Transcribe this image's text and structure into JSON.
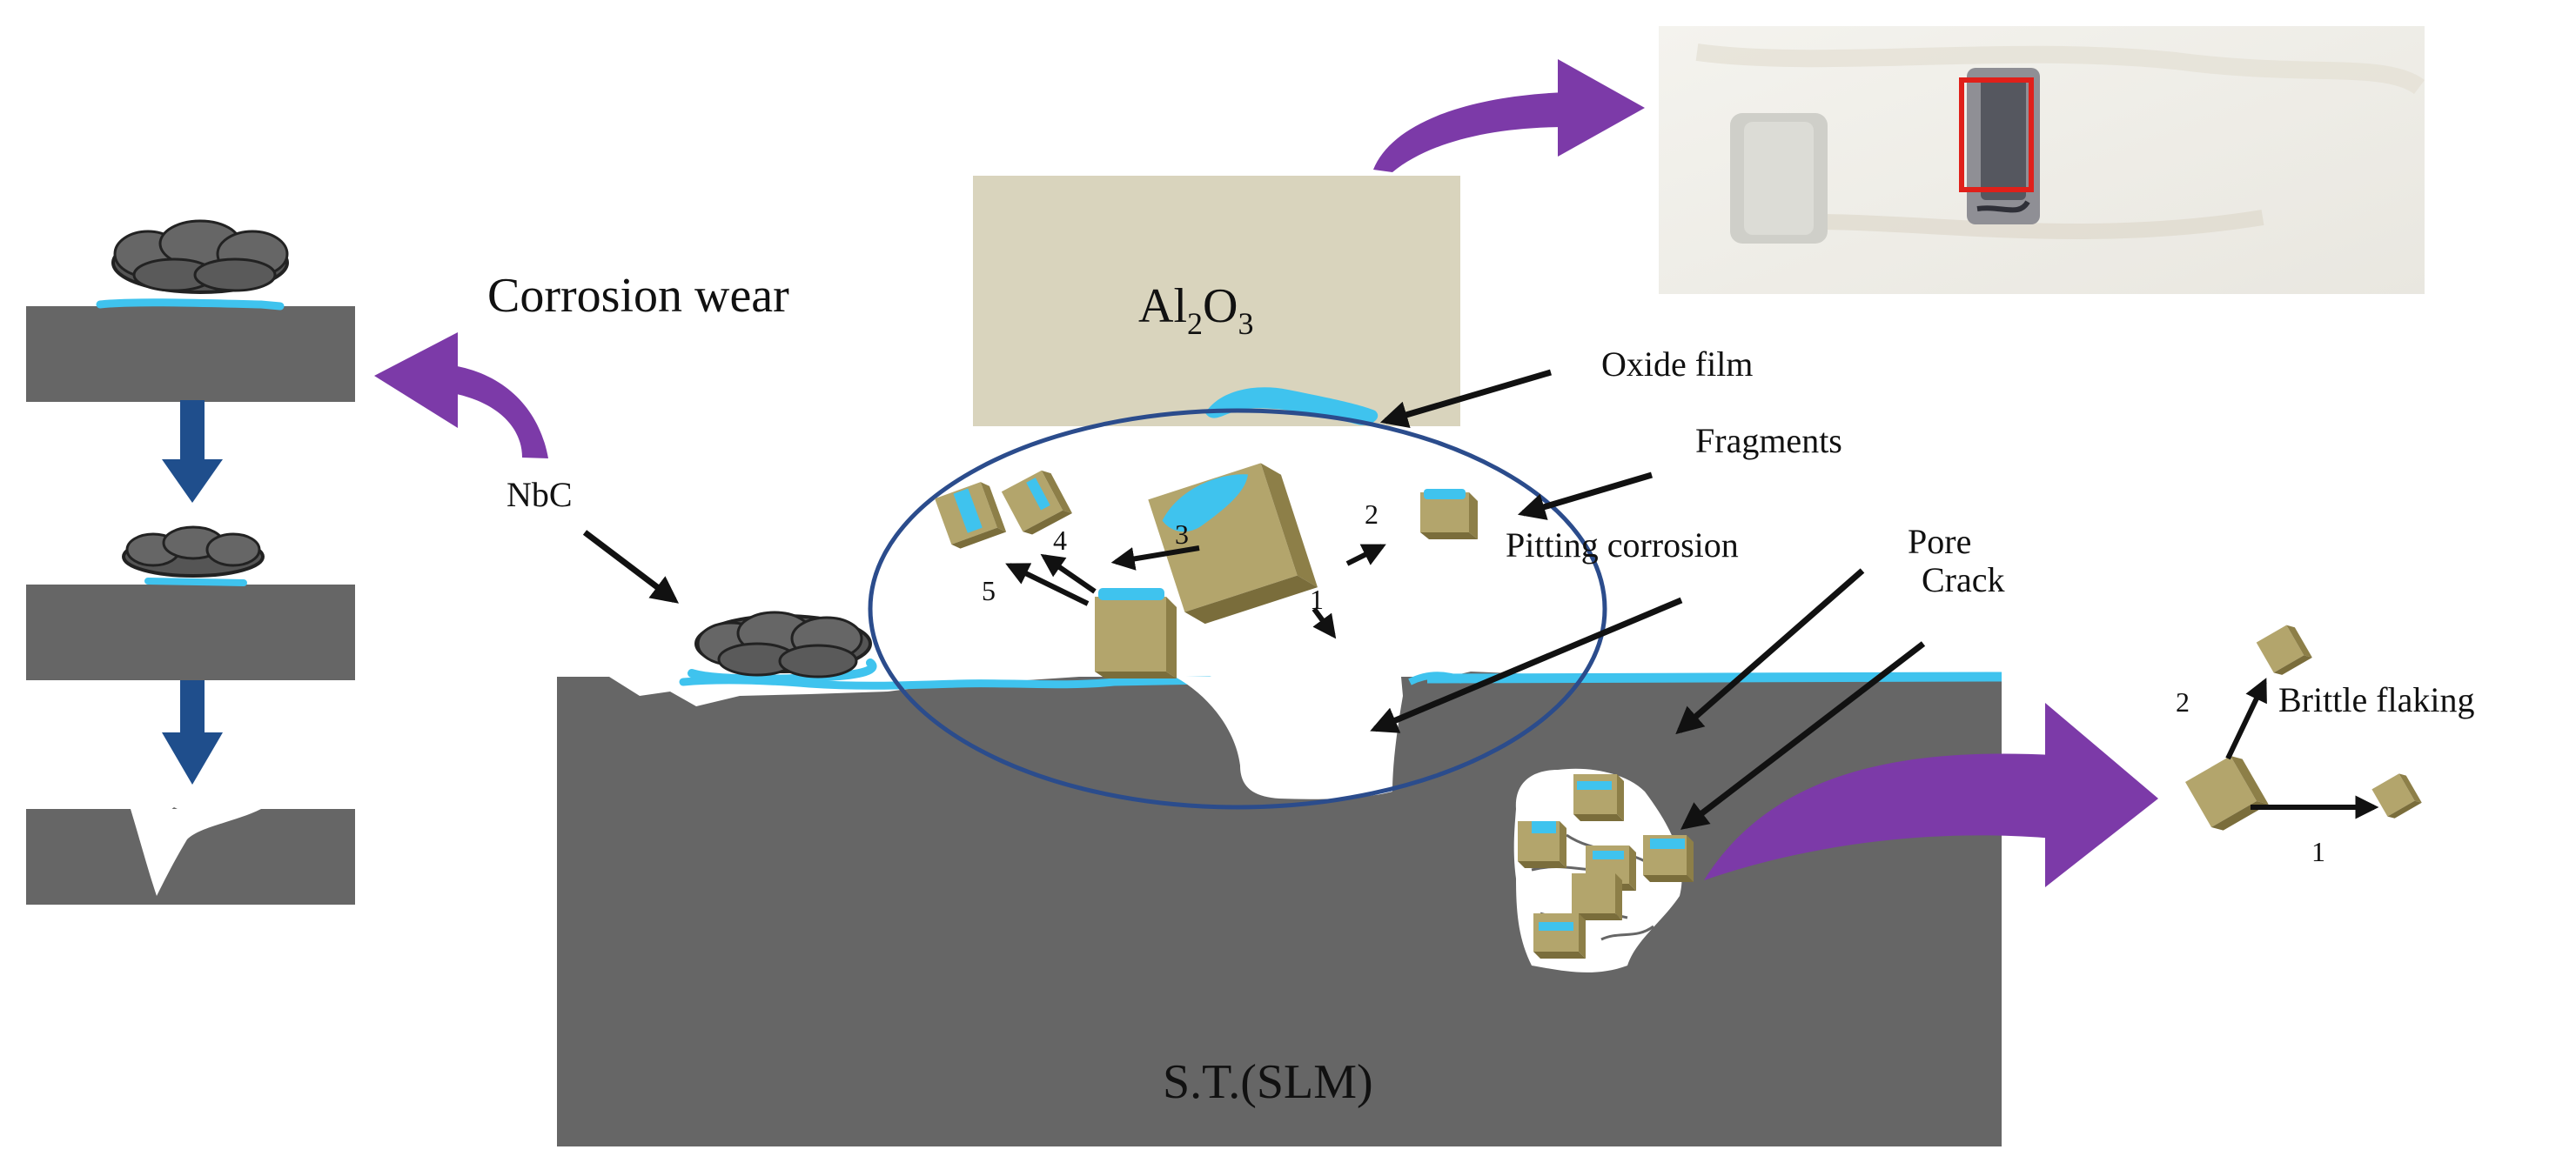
{
  "labels": {
    "corrosion_wear": "Corrosion wear",
    "counterface_prefix": "Al",
    "counterface_sub1": "2",
    "counterface_mid": "O",
    "counterface_sub2": "3",
    "oxide_film": "Oxide film",
    "fragments": "Fragments",
    "pitting_corrosion": "Pitting corrosion",
    "pore": "Pore",
    "crack": "Crack",
    "nbc": "NbC",
    "substrate": "S.T.(SLM)",
    "brittle_flaking": "Brittle flaking"
  },
  "step_numbers": {
    "n1": "1",
    "n2": "2",
    "n3": "3",
    "n4": "4",
    "n5": "5"
  },
  "flaking_steps": {
    "n1": "1",
    "n2": "2"
  },
  "colors": {
    "substrate_gray": "#666666",
    "counterface_beige": "#d9d4bd",
    "oxide_cyan": "#3fc3ee",
    "particle_olive": "#b3a56c",
    "flow_arrow_purple": "#7c3aa8",
    "step_arrow_navy": "#1f4e8c",
    "contact_ellipse": "#2b4c8c",
    "highlight_red": "#e0201a"
  }
}
